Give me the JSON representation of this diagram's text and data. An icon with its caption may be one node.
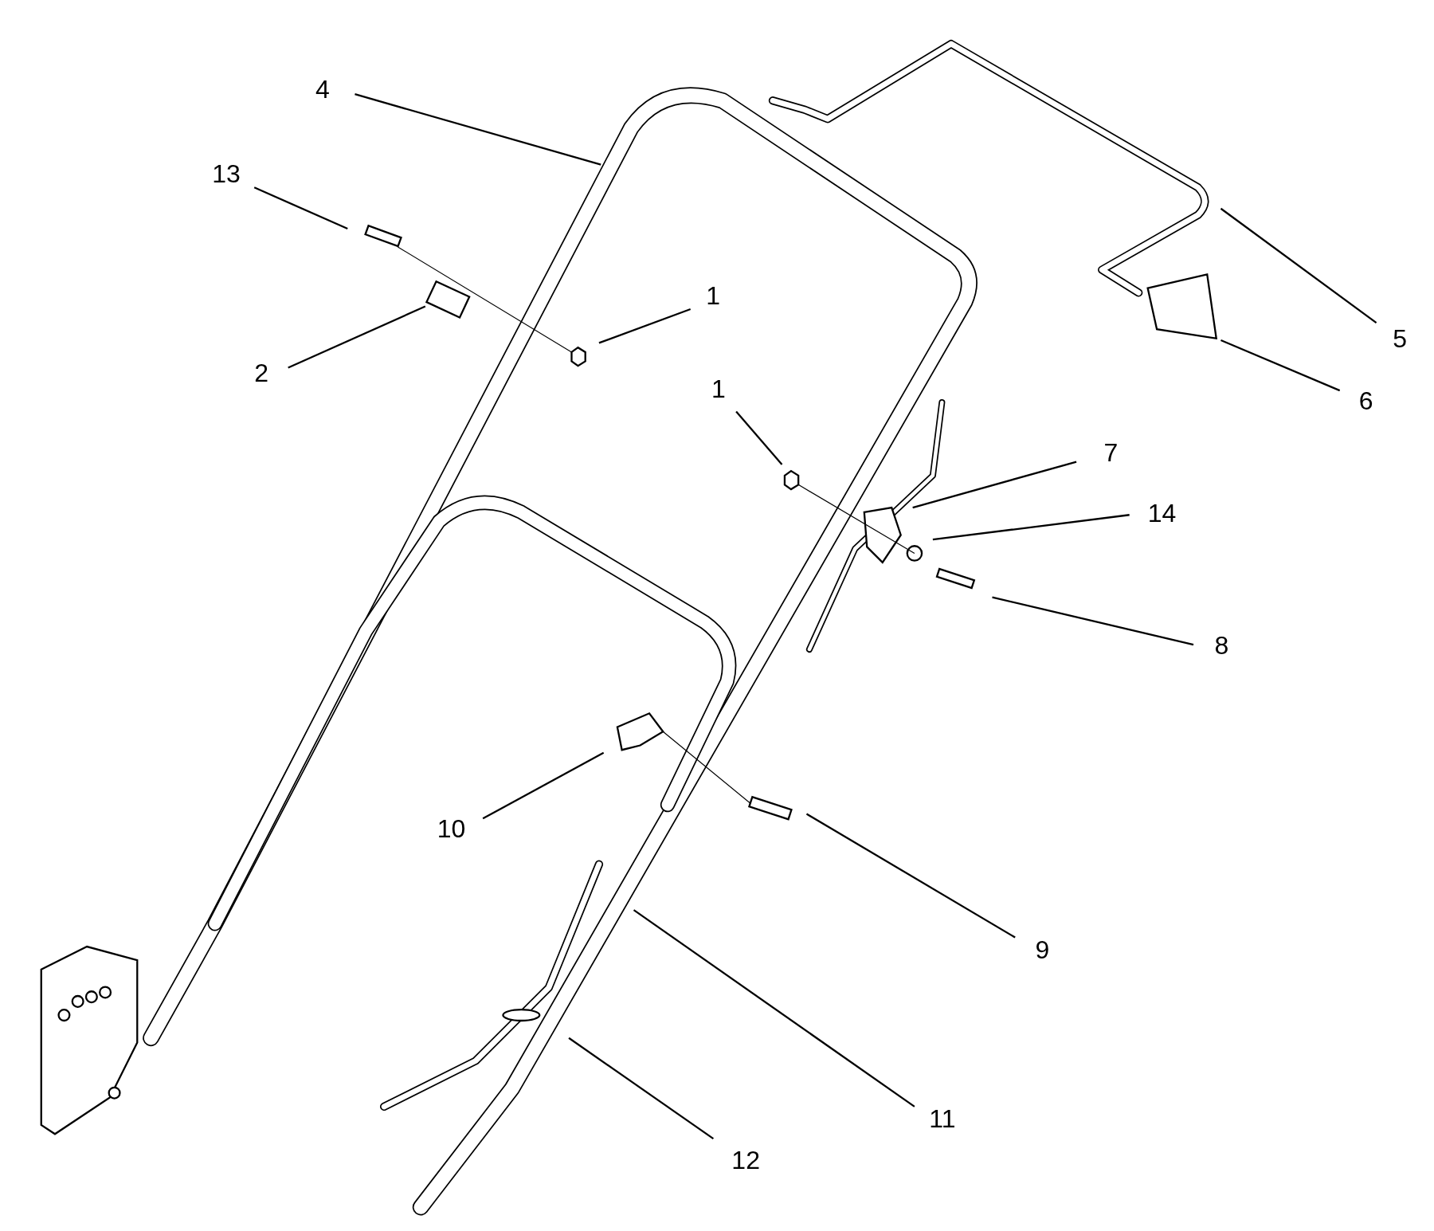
{
  "diagram": {
    "nodes": [
      {
        "text": [
          "4"
        ]
      },
      {
        "text": [
          "13"
        ]
      },
      {
        "text": [
          "1"
        ]
      },
      {
        "text": [
          "2"
        ]
      },
      {
        "text": [
          "5"
        ]
      },
      {
        "text": [
          "6"
        ]
      },
      {
        "text": [
          "1"
        ]
      },
      {
        "text": [
          "7"
        ]
      },
      {
        "text": [
          "14"
        ]
      },
      {
        "text": [
          "8"
        ]
      },
      {
        "text": [
          "10"
        ]
      },
      {
        "text": [
          "9"
        ]
      },
      {
        "text": [
          "11"
        ]
      },
      {
        "text": [
          "12"
        ]
      }
    ],
    "edges": [
      {
        "from": 0,
        "to": null,
        "arrow": "none"
      },
      {
        "from": 1,
        "to": null,
        "arrow": "none"
      },
      {
        "from": 2,
        "to": null,
        "arrow": "none"
      },
      {
        "from": 3,
        "to": null,
        "arrow": "none"
      },
      {
        "from": 4,
        "to": null,
        "arrow": "none"
      },
      {
        "from": 5,
        "to": null,
        "arrow": "none"
      },
      {
        "from": 6,
        "to": null,
        "arrow": "none"
      },
      {
        "from": 7,
        "to": null,
        "arrow": "none"
      },
      {
        "from": 8,
        "to": null,
        "arrow": "none"
      },
      {
        "from": 9,
        "to": null,
        "arrow": "none"
      },
      {
        "from": 10,
        "to": null,
        "arrow": "none"
      },
      {
        "from": 11,
        "to": null,
        "arrow": "none"
      },
      {
        "from": 12,
        "to": null,
        "arrow": "none"
      },
      {
        "from": 13,
        "to": null,
        "arrow": "none"
      }
    ]
  }
}
